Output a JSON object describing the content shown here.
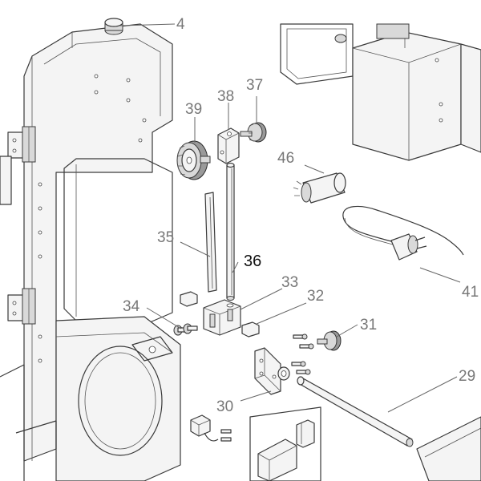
{
  "callouts": {
    "c4": "4",
    "c38": "38",
    "c37": "37",
    "c39": "39",
    "c46": "46",
    "c35": "35",
    "c36": "36",
    "c33": "33",
    "c32": "32",
    "c34": "34",
    "c31": "31",
    "c41": "41",
    "c29": "29",
    "c30": "30"
  },
  "colors": {
    "line": "#3a3a3a",
    "callout": "#777777",
    "callout_highlight": "#111111"
  }
}
